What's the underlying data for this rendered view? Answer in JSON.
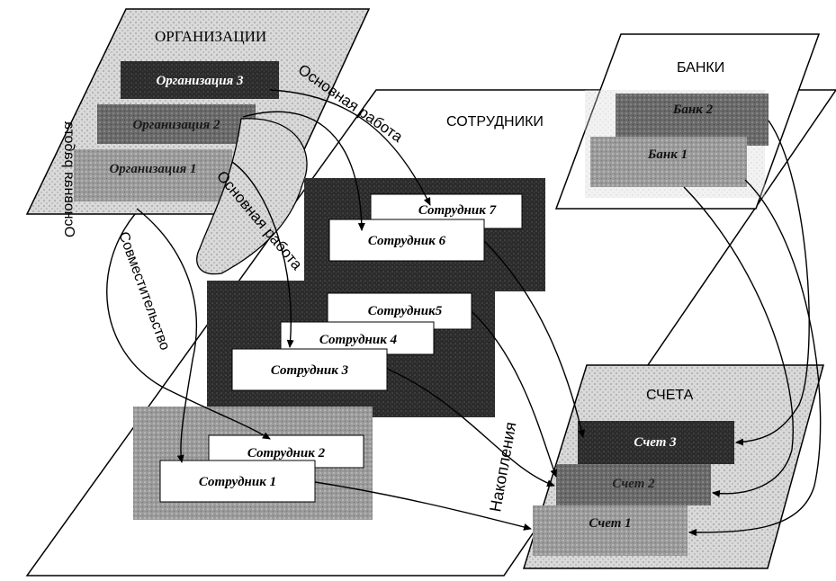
{
  "colors": {
    "plane_fill": "#d2d2d2",
    "plane_stroke": "#000000",
    "dark_block": "#2a2a2a",
    "mid_block": "#5a5a5a",
    "light_block": "#8c8c8c",
    "white_card": "#ffffff",
    "light_card": "#bdbdbd"
  },
  "groups": {
    "organizations": "ОРГАНИЗАЦИИ",
    "employees": "СОТРУДНИКИ",
    "banks": "БАНКИ",
    "accounts": "СЧЕТА"
  },
  "organizations": [
    "Организация 3",
    "Организация 2",
    "Организация 1"
  ],
  "employees": [
    "Сотрудник 7",
    "Сотрудник 6",
    "Сотрудник5",
    "Сотрудник 4",
    "Сотрудник 3",
    "Сотрудник 2",
    "Сотрудник 1"
  ],
  "banks": [
    "Банк 2",
    "Банк 1"
  ],
  "accounts": [
    "Счет 3",
    "Счет 2",
    "Счет 1"
  ],
  "relations": {
    "main_job_top": "Основная работа",
    "main_job_middle": "Основная работа",
    "main_job_left": "Основная работа",
    "part_time": "Совместительство",
    "savings": "Накопления"
  },
  "icons": {
    "arrowhead": "arrowhead-icon"
  }
}
